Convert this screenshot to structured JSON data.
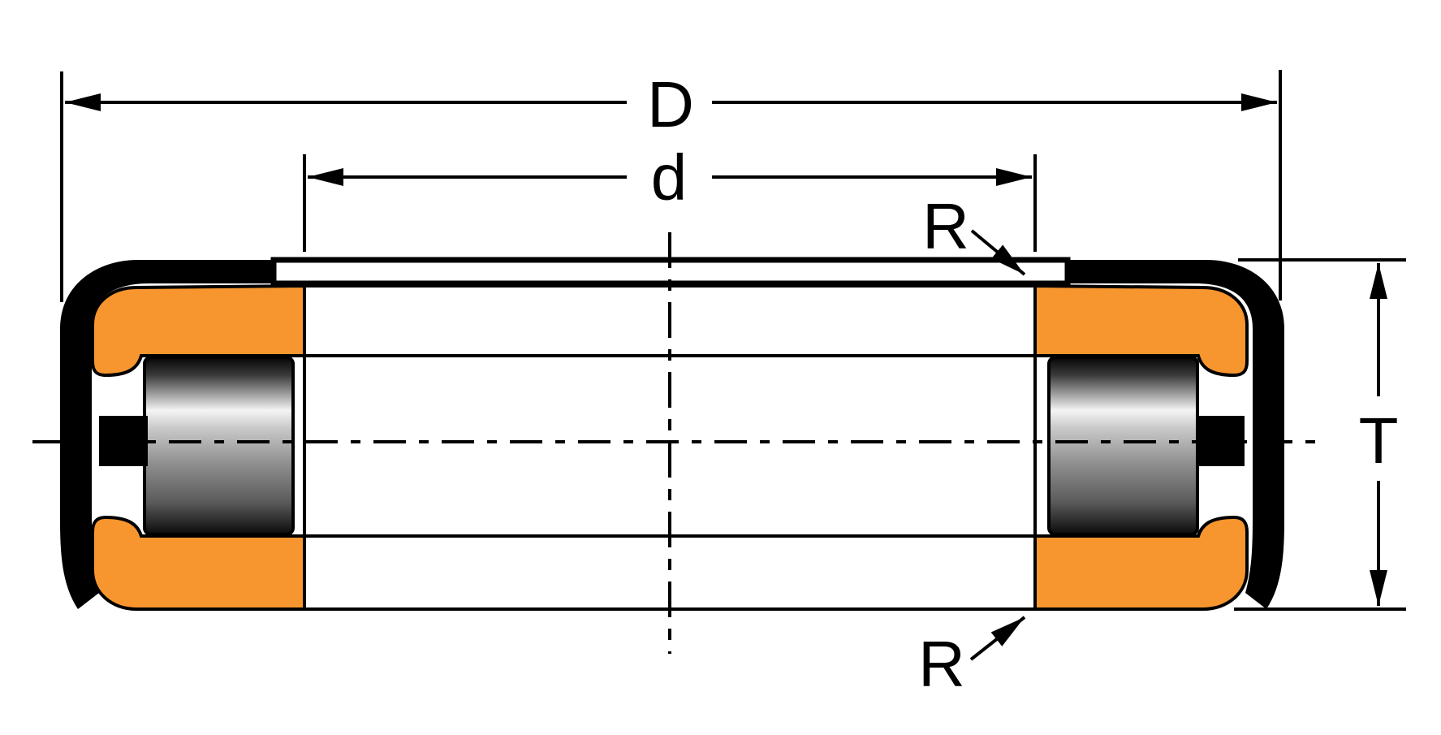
{
  "labels": {
    "outer_diameter": "D",
    "bore_diameter": "d",
    "height": "T",
    "radius_top": "R",
    "radius_bottom": "R"
  },
  "colors": {
    "washer": "#f7962e",
    "outline": "#000000",
    "background": "#ffffff"
  },
  "icons": {
    "arrowhead": "arrowhead-icon"
  }
}
